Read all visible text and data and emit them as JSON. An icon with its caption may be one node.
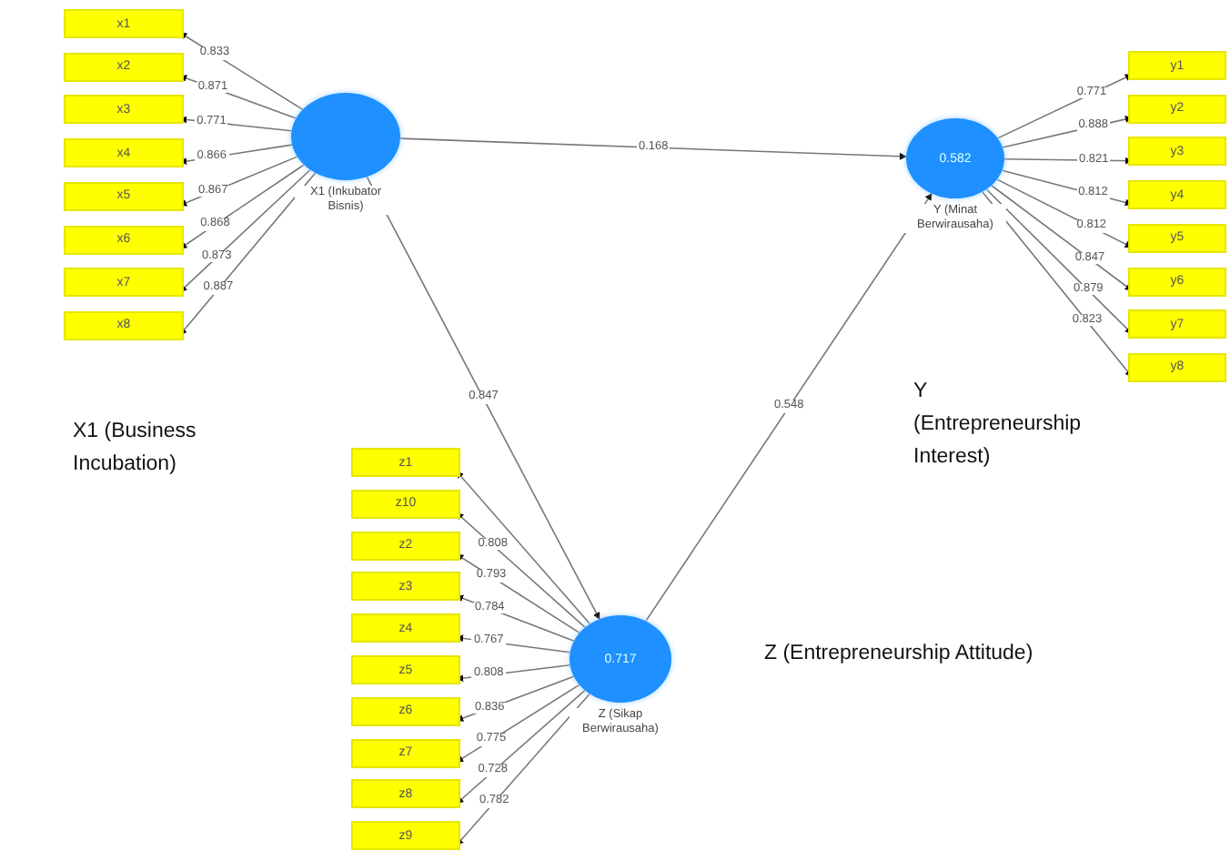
{
  "diagram": {
    "nodes": [
      {
        "text": [
          "X1 (Inkubator Bisnis)"
        ]
      },
      {
        "text": [
          "x1"
        ]
      },
      {
        "text": [
          "x2"
        ]
      },
      {
        "text": [
          "x3"
        ]
      },
      {
        "text": [
          "x4"
        ]
      },
      {
        "text": [
          "x5"
        ]
      },
      {
        "text": [
          "x6"
        ]
      },
      {
        "text": [
          "x7"
        ]
      },
      {
        "text": [
          "x8"
        ]
      },
      {
        "text": [
          "0.582",
          "Y (Minat Berwirausaha)"
        ]
      },
      {
        "text": [
          "y1"
        ]
      },
      {
        "text": [
          "y2"
        ]
      },
      {
        "text": [
          "y3"
        ]
      },
      {
        "text": [
          "y4"
        ]
      },
      {
        "text": [
          "y5"
        ]
      },
      {
        "text": [
          "y6"
        ]
      },
      {
        "text": [
          "y7"
        ]
      },
      {
        "text": [
          "y8"
        ]
      },
      {
        "text": [
          "0.717",
          "Z (Sikap Berwirausaha)"
        ]
      },
      {
        "text": [
          "z1"
        ]
      },
      {
        "text": [
          "z10"
        ]
      },
      {
        "text": [
          "z2"
        ]
      },
      {
        "text": [
          "z3"
        ]
      },
      {
        "text": [
          "z4"
        ]
      },
      {
        "text": [
          "z5"
        ]
      },
      {
        "text": [
          "z6"
        ]
      },
      {
        "text": [
          "z7"
        ]
      },
      {
        "text": [
          "z8"
        ]
      },
      {
        "text": [
          "z9"
        ]
      }
    ],
    "edges": [
      {
        "from": 0,
        "to": 1,
        "arrow": "to",
        "label": "0.833"
      },
      {
        "from": 0,
        "to": 2,
        "arrow": "to",
        "label": "0.871"
      },
      {
        "from": 0,
        "to": 3,
        "arrow": "to",
        "label": "0.771"
      },
      {
        "from": 0,
        "to": 4,
        "arrow": "to",
        "label": "0.866"
      },
      {
        "from": 0,
        "to": 5,
        "arrow": "to",
        "label": "0.867"
      },
      {
        "from": 0,
        "to": 6,
        "arrow": "to",
        "label": "0.868"
      },
      {
        "from": 0,
        "to": 7,
        "arrow": "to",
        "label": "0.873"
      },
      {
        "from": 0,
        "to": 8,
        "arrow": "to",
        "label": "0.887"
      },
      {
        "from": 9,
        "to": 10,
        "arrow": "to",
        "label": "0.771"
      },
      {
        "from": 9,
        "to": 11,
        "arrow": "to",
        "label": "0.888"
      },
      {
        "from": 9,
        "to": 12,
        "arrow": "to",
        "label": "0.821"
      },
      {
        "from": 9,
        "to": 13,
        "arrow": "to",
        "label": "0.812"
      },
      {
        "from": 9,
        "to": 14,
        "arrow": "to",
        "label": "0.812"
      },
      {
        "from": 9,
        "to": 15,
        "arrow": "to",
        "label": "0.847"
      },
      {
        "from": 9,
        "to": 16,
        "arrow": "to",
        "label": "0.879"
      },
      {
        "from": 9,
        "to": 17,
        "arrow": "to",
        "label": "0.823"
      },
      {
        "from": 18,
        "to": 19,
        "arrow": "to"
      },
      {
        "from": 18,
        "to": 20,
        "arrow": "to",
        "label": "0.808"
      },
      {
        "from": 18,
        "to": 21,
        "arrow": "to",
        "label": "0.793"
      },
      {
        "from": 18,
        "to": 22,
        "arrow": "to",
        "label": "0.784"
      },
      {
        "from": 18,
        "to": 23,
        "arrow": "to",
        "label": "0.767"
      },
      {
        "from": 18,
        "to": 24,
        "arrow": "to",
        "label": "0.808"
      },
      {
        "from": 18,
        "to": 25,
        "arrow": "to",
        "label": "0.836"
      },
      {
        "from": 18,
        "to": 26,
        "arrow": "to",
        "label": "0.775"
      },
      {
        "from": 18,
        "to": 27,
        "arrow": "to",
        "label": "0.728"
      },
      {
        "from": 18,
        "to": 28,
        "arrow": "to",
        "label": "0.782"
      },
      {
        "from": 0,
        "to": 9,
        "arrow": "to",
        "label": "0.168"
      },
      {
        "from": 0,
        "to": 18,
        "arrow": "to",
        "label": "0.847"
      },
      {
        "from": 18,
        "to": 9,
        "arrow": "to",
        "label": "0.548"
      }
    ],
    "labels": [
      "X1 (Business Incubation)",
      "Y (Entrepreneurship Interest)",
      "Z (Entrepreneurship Attitude)"
    ]
  }
}
